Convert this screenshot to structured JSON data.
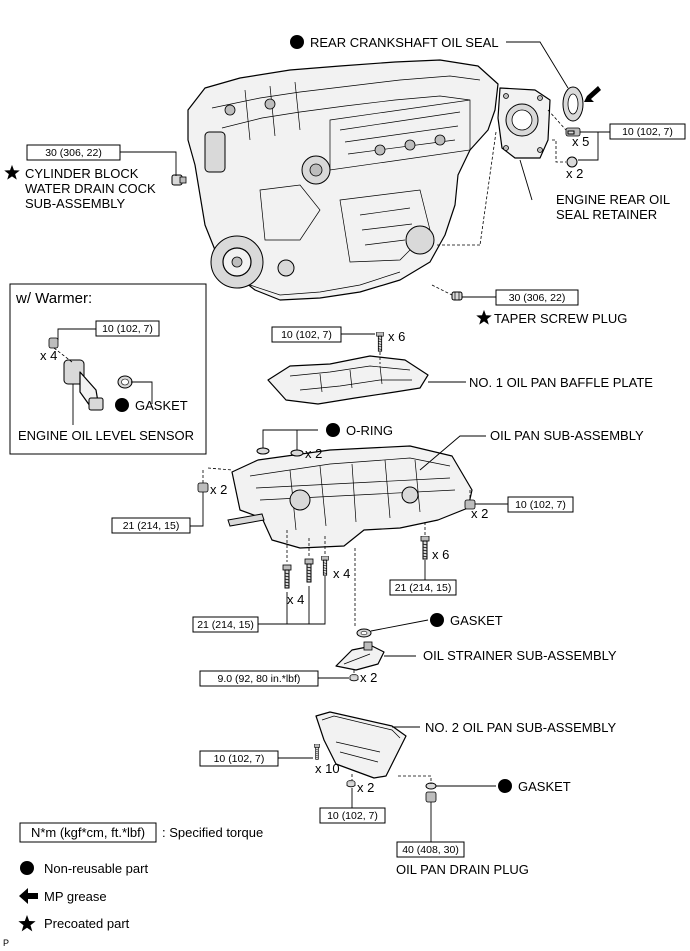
{
  "labels": {
    "rear_crankshaft_oil_seal": "REAR CRANKSHAFT OIL SEAL",
    "cylinder_block_drain_cock_1": "CYLINDER BLOCK",
    "cylinder_block_drain_cock_2": "WATER DRAIN COCK",
    "cylinder_block_drain_cock_3": "SUB-ASSEMBLY",
    "engine_rear_oil_seal_retainer_1": "ENGINE REAR OIL",
    "engine_rear_oil_seal_retainer_2": "SEAL RETAINER",
    "taper_screw_plug": "TAPER SCREW PLUG",
    "warmer_title": "w/ Warmer:",
    "warmer_gasket": "GASKET",
    "engine_oil_level_sensor": "ENGINE OIL LEVEL SENSOR",
    "oil_pan_baffle_plate": "NO. 1 OIL PAN BAFFLE PLATE",
    "o_ring": "O-RING",
    "oil_pan_sub_assembly": "OIL PAN SUB-ASSEMBLY",
    "strainer_gasket": "GASKET",
    "oil_strainer": "OIL STRAINER SUB-ASSEMBLY",
    "no2_oil_pan": "NO. 2 OIL PAN SUB-ASSEMBLY",
    "drain_gasket": "GASKET",
    "oil_pan_drain_plug": "OIL PAN DRAIN PLUG"
  },
  "torques": {
    "drain_cock": "30 (306, 22)",
    "rear_retainer_bolts": "10 (102, 7)",
    "taper_plug": "30 (306, 22)",
    "warmer_sensor_bolts": "10 (102, 7)",
    "baffle_plate_bolts": "10 (102, 7)",
    "pan_left_bolts": "21 (214, 15)",
    "pan_right_bolts": "10 (102, 7)",
    "pan_front_bolts": "21 (214, 15)",
    "pan_bottom_bolts": "21 (214, 15)",
    "strainer_nuts": "9.0 (92, 80 in.*lbf)",
    "no2_pan_bolts": "10 (102, 7)",
    "no2_pan_nuts": "10 (102, 7)",
    "drain_plug": "40 (408, 30)"
  },
  "counts": {
    "retainer_bolts": "x 5",
    "retainer_dowels": "x 2",
    "warmer_bolts": "x 4",
    "baffle_bolts": "x 6",
    "o_rings": "x 2",
    "pan_left": "x 2",
    "pan_right": "x 2",
    "pan_front": "x 6",
    "pan_bottom_a": "x 4",
    "pan_bottom_b": "x 4",
    "strainer_nuts": "x 2",
    "no2_pan_bolts": "x 10",
    "no2_pan_nuts": "x 2"
  },
  "legend": {
    "torque_box": "N*m (kgf*cm, ft.*lbf)",
    "torque_desc": ": Specified torque",
    "non_reusable": "Non-reusable part",
    "mp_grease": "MP grease",
    "precoated": "Precoated part"
  },
  "corner_code": "P",
  "icons": {
    "non_reusable": "filled-circle-icon",
    "precoated": "star-icon",
    "mp_grease": "arrow-left-icon"
  }
}
